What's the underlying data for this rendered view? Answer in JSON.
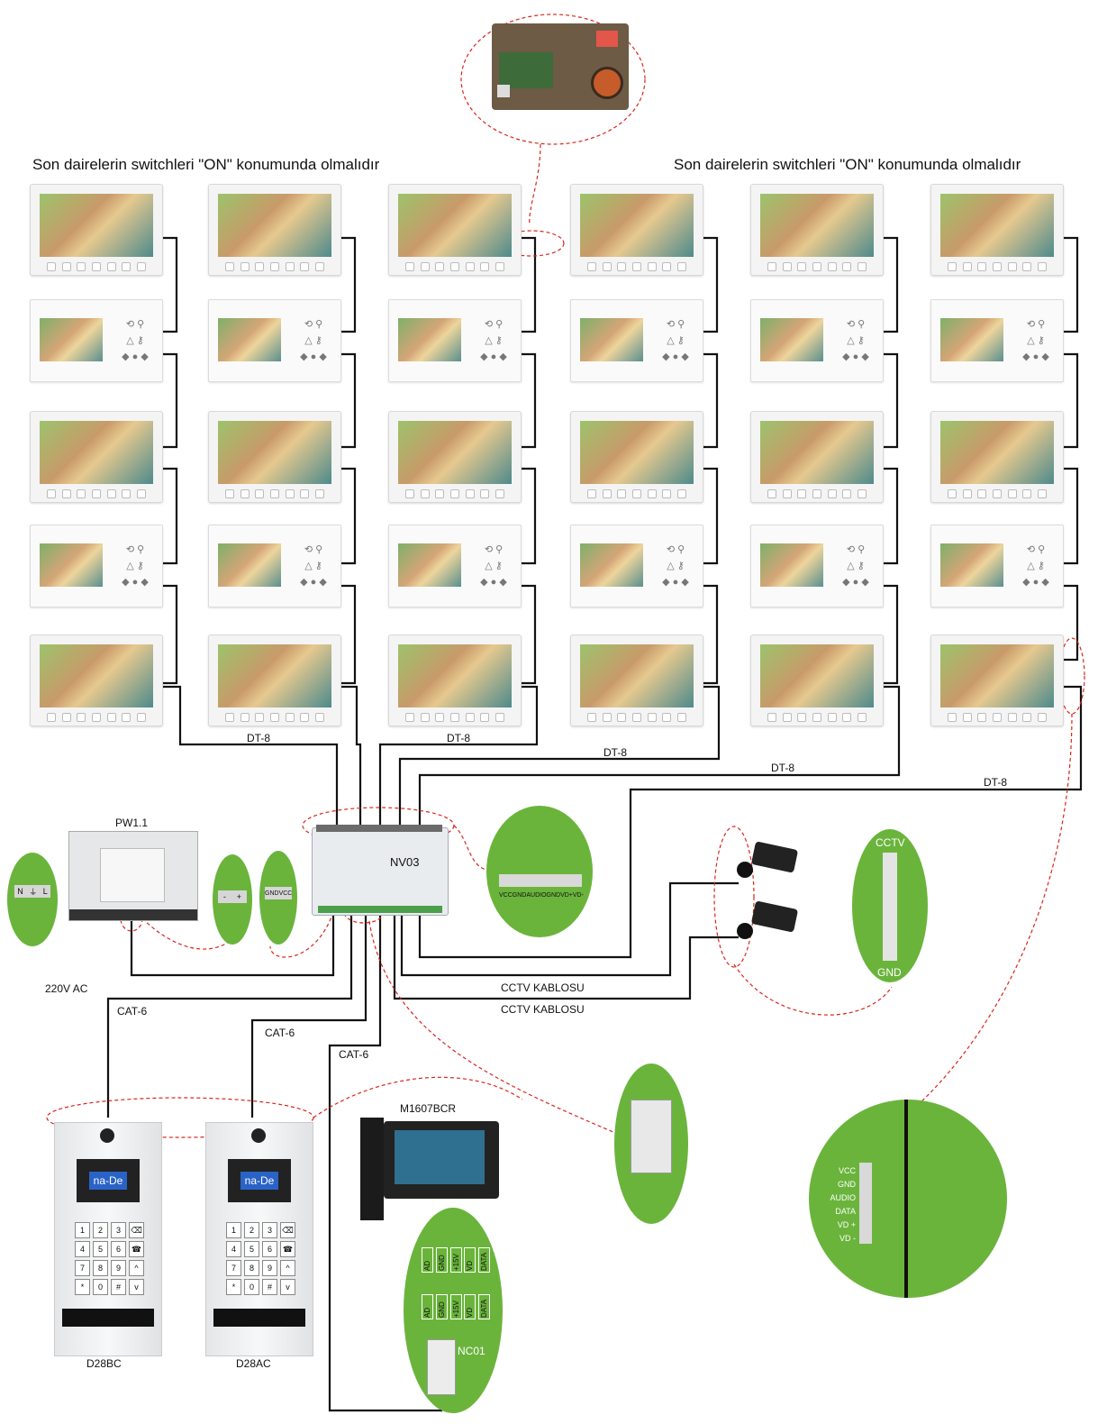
{
  "headings": {
    "left_note": "Son dairelerin switchleri \"ON\" konumunda olmalıdır",
    "right_note": "Son dairelerin switchleri \"ON\" konumunda olmalıdır"
  },
  "bus_labels": [
    "DT-8",
    "DT-8",
    "DT-8",
    "DT-8",
    "DT-8"
  ],
  "devices": {
    "distributor": "NV03",
    "power_supply": "PW1.1",
    "mains": "220V AC",
    "panel_left": "D28BC",
    "panel_right": "D28AC",
    "panel_brand": "na-De",
    "concierge": "M1607BCR",
    "converter": "NC01"
  },
  "cables": {
    "cat6_a": "CAT-6",
    "cat6_b": "CAT-6",
    "cat6_c": "CAT-6",
    "cctv_a": "CCTV KABLOSU",
    "cctv_b": "CCTV KABLOSU"
  },
  "terminals": {
    "mains": [
      "N",
      "⏚",
      "L"
    ],
    "psu_out": [
      "-",
      "+"
    ],
    "psu_bus": [
      "GND",
      "VCC"
    ],
    "nv03_pins": [
      "VCC",
      "GND",
      "AUDIO",
      "GND",
      "VD+",
      "VD-"
    ],
    "coax_top": "CCTV",
    "coax_bottom": "GND",
    "terminal_block": [
      "VCC",
      "GND",
      "AUDIO",
      "DATA",
      "VD +",
      "VD -"
    ],
    "nc01_top": [
      "AD",
      "GND",
      "+15V",
      "VD",
      "DATA"
    ],
    "nc01_bottom": [
      "AD",
      "GND",
      "+15V",
      "VD",
      "DATA"
    ]
  },
  "keypad": [
    "1",
    "2",
    "3",
    "⌫",
    "4",
    "5",
    "6",
    "☎",
    "7",
    "8",
    "9",
    "^",
    "*",
    "0",
    "#",
    "v"
  ],
  "colors": {
    "zoom_green": "#6ab43c",
    "callout_red": "#d9261c",
    "wire": "#111111"
  }
}
